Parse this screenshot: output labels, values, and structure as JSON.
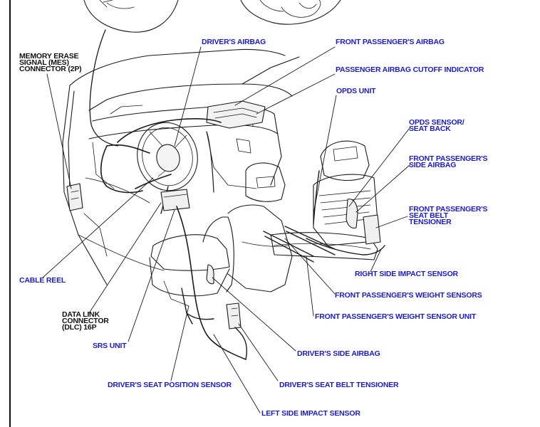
{
  "colors": {
    "label_blue": "#1a1ad6",
    "label_black": "#111111",
    "line": "#1a1a1a",
    "background": "#ffffff"
  },
  "labels": {
    "drivers_airbag": "DRIVER'S AIRBAG",
    "front_passengers_airbag": "FRONT PASSENGER'S AIRBAG",
    "passenger_airbag_cutoff_indicator": "PASSENGER AIRBAG CUTOFF INDICATOR",
    "opds_unit": "OPDS UNIT",
    "opds_sensor_seat_back": "OPDS SENSOR/\nSEAT BACK",
    "front_passengers_side_airbag": "FRONT PASSENGER'S\nSIDE AIRBAG",
    "front_passengers_seat_belt_tensioner": "FRONT PASSENGER'S\nSEAT BELT\nTENSIONER",
    "right_side_impact_sensor": "RIGHT SIDE IMPACT SENSOR",
    "front_passengers_weight_sensors": "FRONT PASSENGER'S WEIGHT SENSORS",
    "front_passengers_weight_sensor_unit": "FRONT PASSENGER'S WEIGHT SENSOR UNIT",
    "drivers_side_airbag": "DRIVER'S SIDE AIRBAG",
    "drivers_seat_belt_tensioner": "DRIVER'S SEAT BELT TENSIONER",
    "left_side_impact_sensor": "LEFT SIDE IMPACT SENSOR",
    "drivers_seat_position_sensor": "DRIVER'S SEAT POSITION SENSOR",
    "srs_unit": "SRS UNIT",
    "data_link_connector": "DATA LINK\nCONNECTOR\n(DLC) 16P",
    "cable_reel": "CABLE REEL",
    "memory_erase_signal_connector": "MEMORY ERASE\nSIGNAL (MES)\nCONNECTOR (2P)"
  }
}
